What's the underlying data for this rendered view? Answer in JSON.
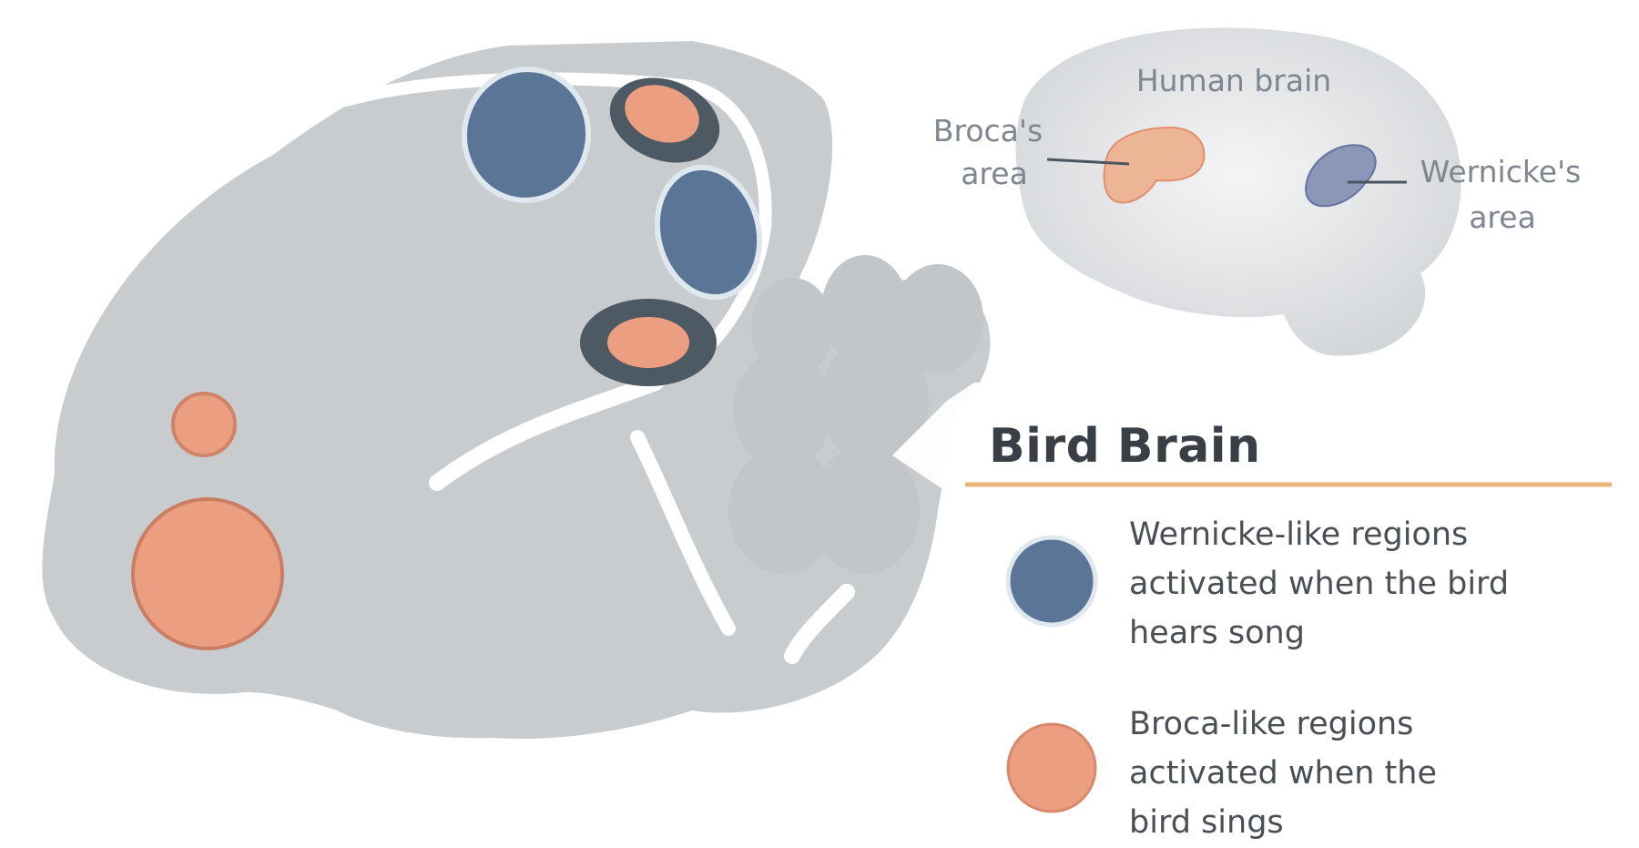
{
  "human_brain": {
    "title": "Human brain",
    "broca_label": [
      "Broca's",
      "area"
    ],
    "wernicke_label": [
      "Wernicke's",
      "area"
    ]
  },
  "legend": {
    "title": "Bird Brain",
    "items": [
      {
        "lines": [
          "Wernicke-like regions",
          "activated when the bird",
          "hears song"
        ],
        "color": "#5a7595"
      },
      {
        "lines": [
          "Broca-like regions",
          "activated when the",
          "bird sings"
        ],
        "color": "#ec9f80"
      }
    ]
  },
  "colors": {
    "brain_fill": "#c9cccf",
    "wernicke_blue": "#5a7595",
    "broca_orange": "#ec9f80",
    "divider_orange": "#e8b47a"
  }
}
